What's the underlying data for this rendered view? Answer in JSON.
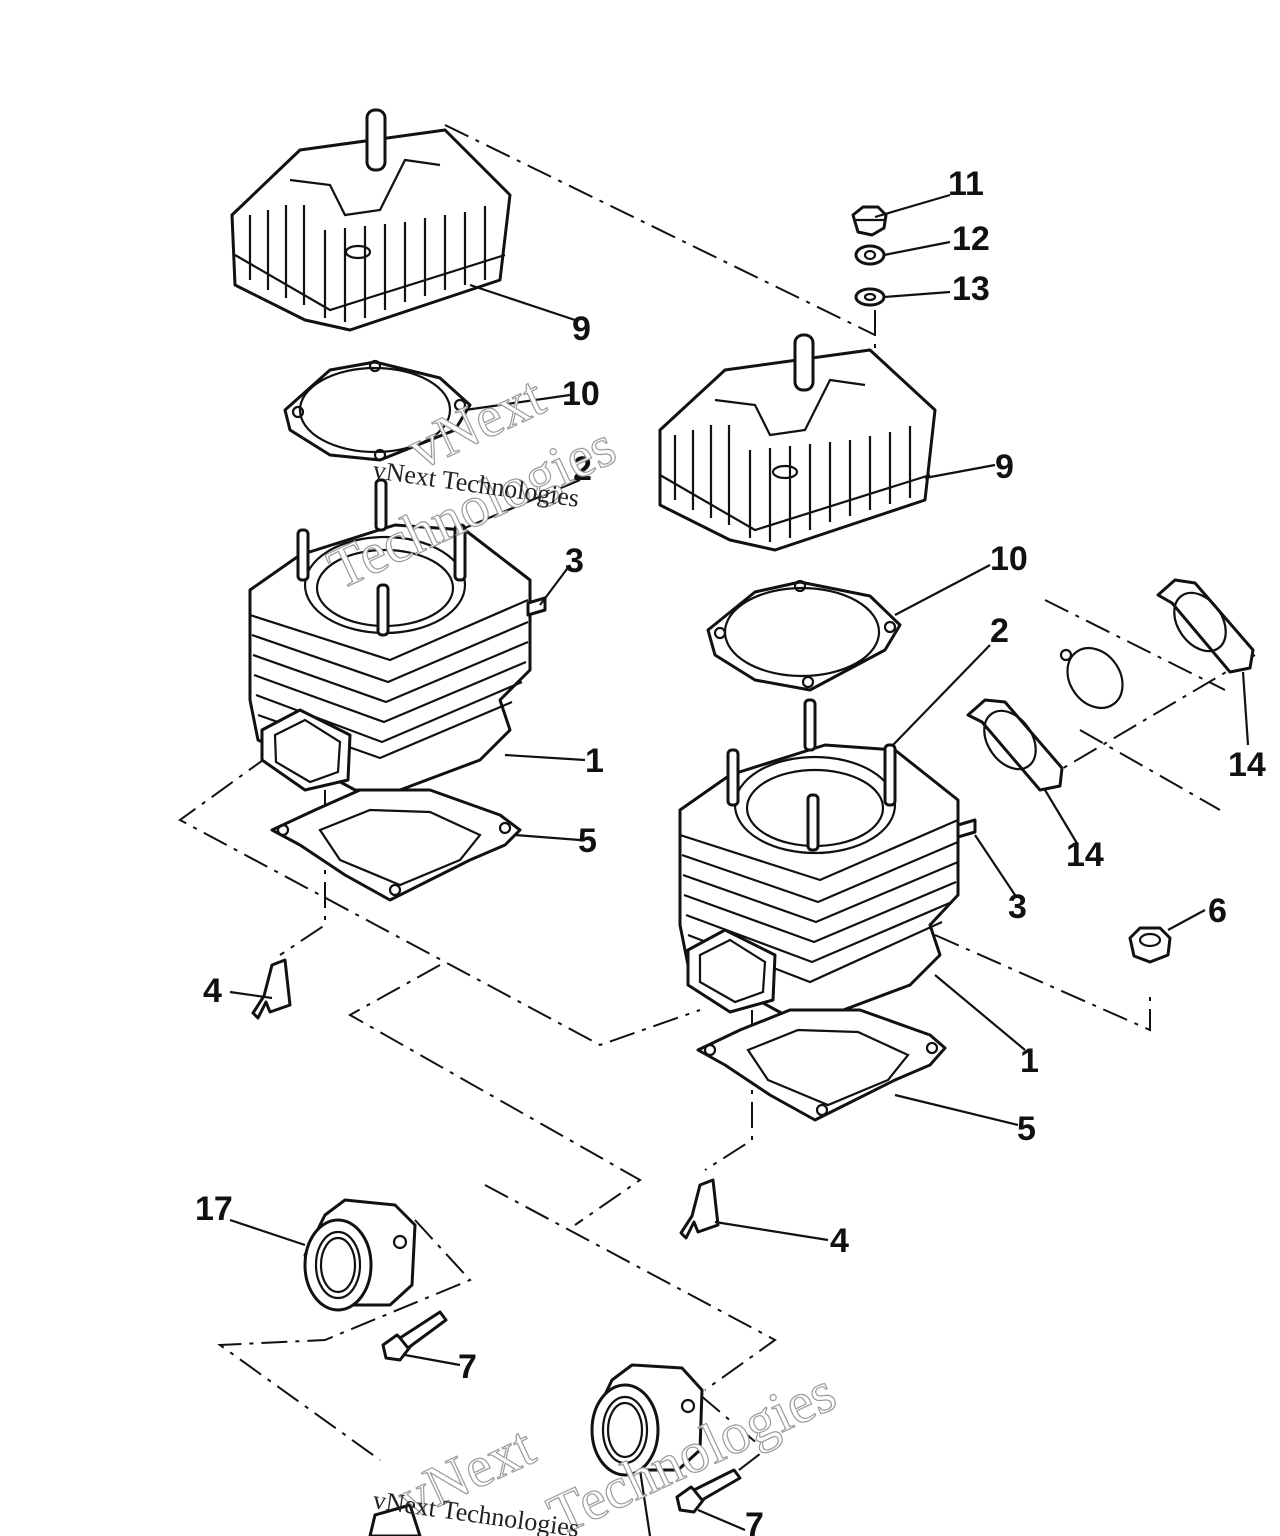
{
  "callouts": {
    "c1a": "1",
    "c1b": "1",
    "c2a": "2",
    "c2b": "2",
    "c3a": "3",
    "c3b": "3",
    "c4a": "4",
    "c4b": "4",
    "c5a": "5",
    "c5b": "5",
    "c6": "6",
    "c7a": "7",
    "c7b": "7",
    "c9a": "9",
    "c9b": "9",
    "c10a": "10",
    "c10b": "10",
    "c11": "11",
    "c12": "12",
    "c13": "13",
    "c14a": "14",
    "c14b": "14",
    "c17": "17"
  },
  "watermark": {
    "brand": "vNext",
    "sub": "Technologies",
    "line": "vNext Technologies"
  }
}
